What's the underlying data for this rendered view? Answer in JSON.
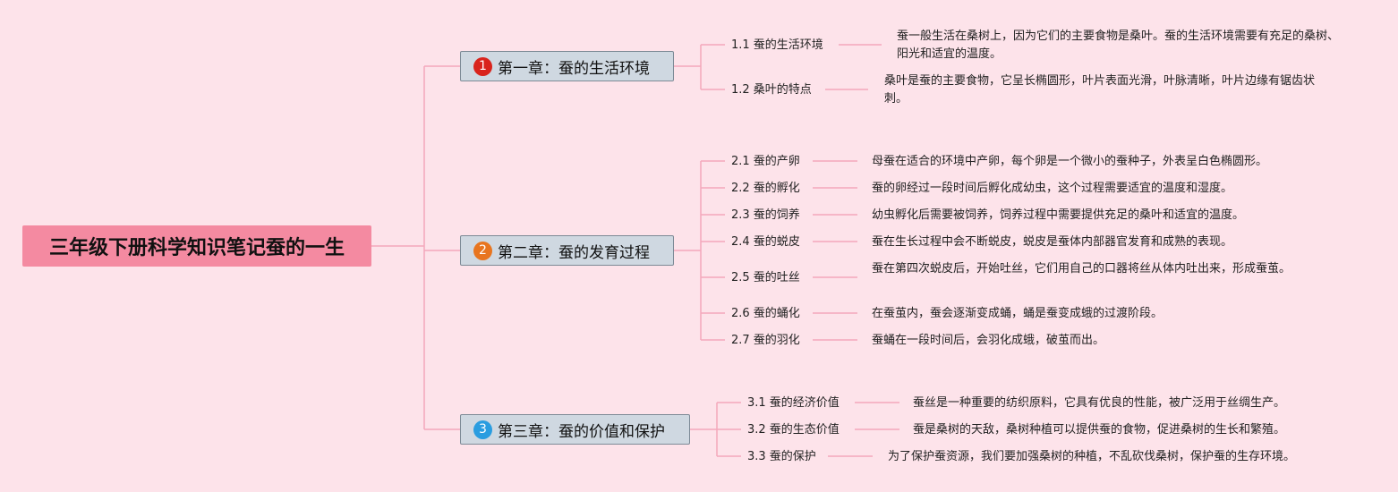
{
  "root": {
    "title": "三年级下册科学知识笔记蚕的一生"
  },
  "colors": {
    "background": "#fde3ea",
    "root_fill": "#f48aa1",
    "chapter_fill": "#cfd8e1",
    "line": "#f4a8bb",
    "badge_1": "#d9231c",
    "badge_2": "#e8751f",
    "badge_3": "#2a9de0"
  },
  "chapters": [
    {
      "number": "1",
      "title": "第一章：蚕的生活环境",
      "badge_icon": "number-circle-icon",
      "sections": [
        {
          "label": "1.1 蚕的生活环境",
          "text": "蚕一般生活在桑树上，因为它们的主要食物是桑叶。蚕的生活环境需要有充足的桑树、阳光和适宜的温度。"
        },
        {
          "label": "1.2 桑叶的特点",
          "text": "桑叶是蚕的主要食物，它呈长椭圆形，叶片表面光滑，叶脉清晰，叶片边缘有锯齿状刺。"
        }
      ]
    },
    {
      "number": "2",
      "title": "第二章：蚕的发育过程",
      "badge_icon": "number-circle-icon",
      "sections": [
        {
          "label": "2.1 蚕的产卵",
          "text": "母蚕在适合的环境中产卵，每个卵是一个微小的蚕种子，外表呈白色椭圆形。"
        },
        {
          "label": "2.2 蚕的孵化",
          "text": "蚕的卵经过一段时间后孵化成幼虫，这个过程需要适宜的温度和湿度。"
        },
        {
          "label": "2.3 蚕的饲养",
          "text": "幼虫孵化后需要被饲养，饲养过程中需要提供充足的桑叶和适宜的温度。"
        },
        {
          "label": "2.4 蚕的蜕皮",
          "text": "蚕在生长过程中会不断蜕皮，蜕皮是蚕体内部器官发育和成熟的表现。"
        },
        {
          "label": "2.5 蚕的吐丝",
          "text": "蚕在第四次蜕皮后，开始吐丝，它们用自己的口器将丝从体内吐出来，形成蚕茧。"
        },
        {
          "label": "2.6 蚕的蛹化",
          "text": "在蚕茧内，蚕会逐渐变成蛹，蛹是蚕变成蛾的过渡阶段。"
        },
        {
          "label": "2.7 蚕的羽化",
          "text": "蚕蛹在一段时间后，会羽化成蛾，破茧而出。"
        }
      ]
    },
    {
      "number": "3",
      "title": "第三章：蚕的价值和保护",
      "badge_icon": "number-circle-icon",
      "sections": [
        {
          "label": "3.1 蚕的经济价值",
          "text": "蚕丝是一种重要的纺织原料，它具有优良的性能，被广泛用于丝绸生产。"
        },
        {
          "label": "3.2 蚕的生态价值",
          "text": "蚕是桑树的天敌，桑树种植可以提供蚕的食物，促进桑树的生长和繁殖。"
        },
        {
          "label": "3.3 蚕的保护",
          "text": "为了保护蚕资源，我们要加强桑树的种植，不乱砍伐桑树，保护蚕的生存环境。"
        }
      ]
    }
  ]
}
